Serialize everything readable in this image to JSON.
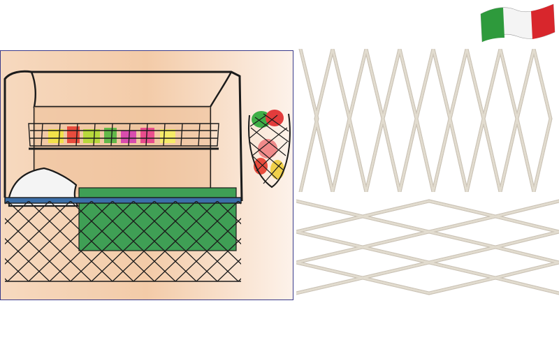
{
  "image": {
    "panels": [
      "italian-flag",
      "bunk-bed-net-sketch",
      "diamond-mesh-vertical",
      "diamond-mesh-horizontal"
    ],
    "colors": {
      "flag_green": "#2e9a3c",
      "flag_white": "#f4f4f4",
      "flag_red": "#d8262c",
      "wall_peach": "#f3cba8",
      "mattress_green": "#3f9f55",
      "net_rope": "#d9d2c5",
      "net_shadow": "#b8ad9c",
      "outline": "#1b1b1b",
      "frame_border": "#3a3a8a"
    },
    "icons": [
      "flag-icon"
    ]
  }
}
